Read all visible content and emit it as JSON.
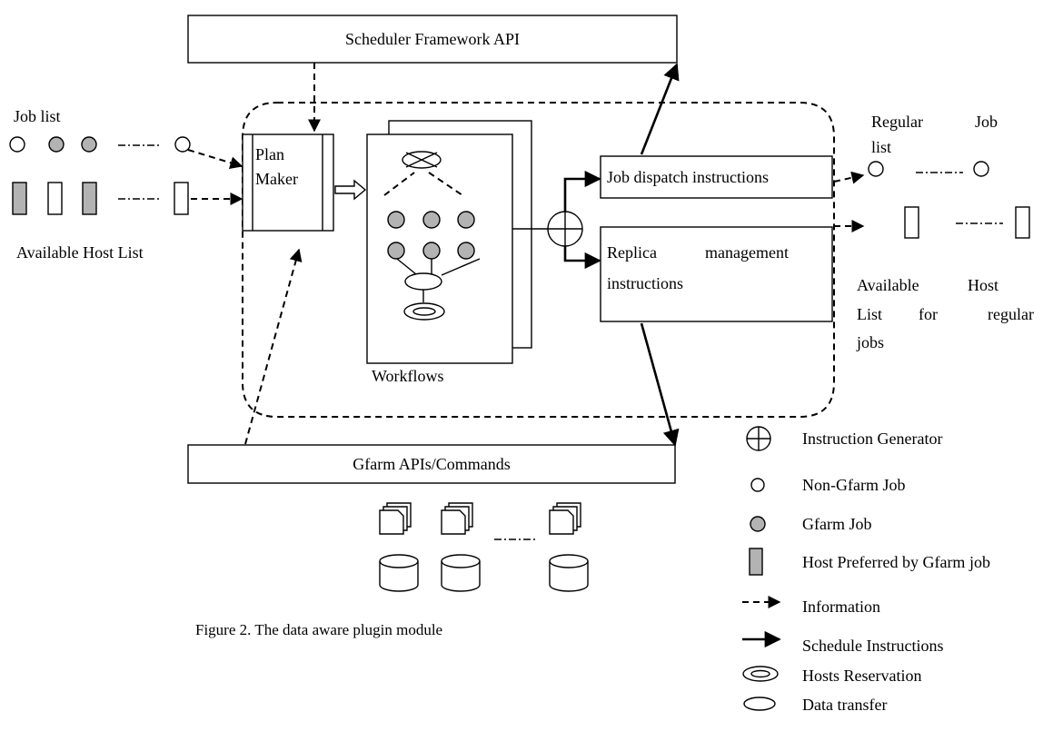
{
  "labels": {
    "scheduler_api": "Scheduler Framework API",
    "job_list": "Job list",
    "available_host_list": "Available Host List",
    "plan_maker_line1": "Plan",
    "plan_maker_line2": "Maker",
    "workflows": "Workflows",
    "job_dispatch": "Job dispatch instructions",
    "replica_word1": "Replica",
    "replica_word2": "management",
    "replica_line2": "instructions",
    "regular_job_list_w1": "Regular",
    "regular_job_list_w2": "Job",
    "regular_job_list_line2": "list",
    "avail_regular_w1": "Available",
    "avail_regular_w2": "Host",
    "avail_regular_l2_w1": "List",
    "avail_regular_l2_w2": "for",
    "avail_regular_l2_w3": "regular",
    "avail_regular_line3": "jobs",
    "gfarm_api": "Gfarm APIs/Commands",
    "caption": "Figure 2. The data aware plugin module"
  },
  "legend": [
    {
      "icon": "instruction-generator-icon",
      "label": "Instruction Generator"
    },
    {
      "icon": "white-circle-icon",
      "label": "Non-Gfarm Job"
    },
    {
      "icon": "gray-circle-icon",
      "label": "Gfarm Job"
    },
    {
      "icon": "gray-rect-icon",
      "label": "Host Preferred by Gfarm job"
    },
    {
      "icon": "dashed-arrow-icon",
      "label": "Information"
    },
    {
      "icon": "solid-arrow-icon",
      "label": "Schedule Instructions"
    },
    {
      "icon": "double-ellipse-icon",
      "label": "Hosts Reservation"
    },
    {
      "icon": "ellipse-icon",
      "label": "Data transfer"
    }
  ]
}
